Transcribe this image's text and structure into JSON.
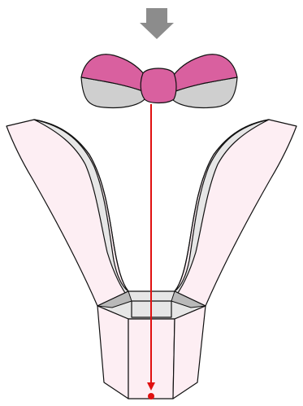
{
  "illustration": {
    "arrow_icon": "down-arrow-icon",
    "bow_icon": "ribbon-bow-icon",
    "guide_line": "placement-guide-line",
    "target_dot": "target-point-dot",
    "box": "open-gift-box-with-flaps"
  },
  "colors": {
    "arrow": "#8c8c8c",
    "bow_top": "#d9609f",
    "bow_bottom": "#cfcfcf",
    "outline": "#111111",
    "guide": "#e01010",
    "box_fill": "#fdeef3",
    "box_inner": "#e6e6e6",
    "box_shadow": "#b9b9b9"
  }
}
